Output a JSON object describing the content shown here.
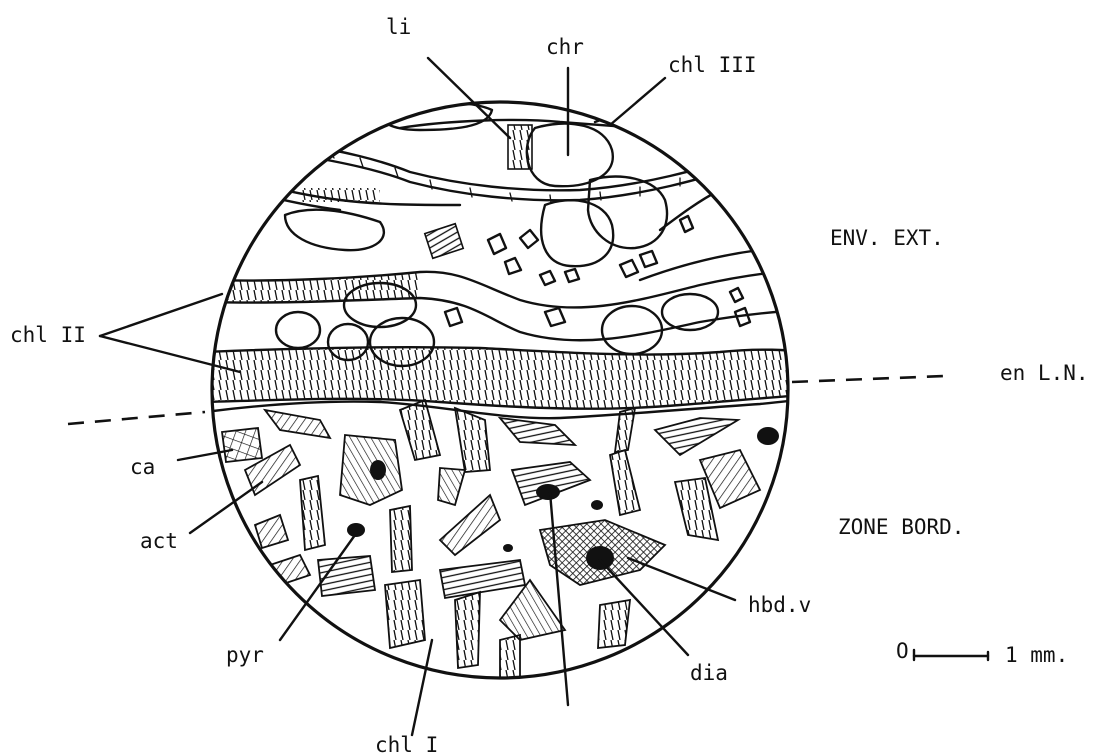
{
  "labels": {
    "li": "li",
    "chr": "chr",
    "chl_iii": "chl III",
    "env_ext": "ENV. EXT.",
    "chl_ii": "chl II",
    "en_ln": "en L.N.",
    "ca": "ca",
    "act": "act",
    "zone_bord": "ZONE BORD.",
    "pyr": "pyr",
    "hbd_v": "hbd.v",
    "dia": "dia",
    "chl_i": "chl I"
  },
  "scale_bar": {
    "zero": "O",
    "unit": "1 mm."
  },
  "colors": {
    "ink": "#111111",
    "background": "#ffffff"
  }
}
